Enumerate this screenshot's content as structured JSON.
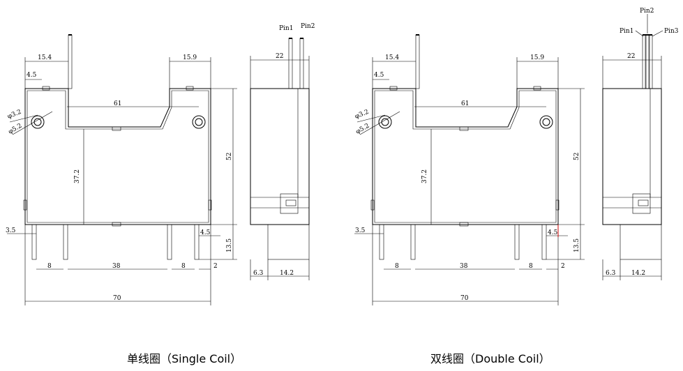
{
  "single": {
    "caption": "单线圈（Single Coil）",
    "dims": {
      "w_left": "15.4",
      "w_right": "15.9",
      "d_45": "4.5",
      "d_61": "61",
      "d_372": "37.2",
      "d_52": "52",
      "d_35": "3.5",
      "d_45b": "4.5",
      "d_135": "13.5",
      "d_8a": "8",
      "d_38": "38",
      "d_8b": "8",
      "d_2": "2",
      "d_70": "70",
      "d_22": "22",
      "d_63": "6.3",
      "d_142": "14.2",
      "phi1": "φ3.2",
      "phi2": "φ5.2"
    },
    "pins": {
      "p1": "Pin1",
      "p2": "Pin2"
    }
  },
  "double": {
    "caption": "双线圈（Double Coil）",
    "dims": {
      "w_left": "15.4",
      "w_right": "15.9",
      "d_45": "4.5",
      "d_61": "61",
      "d_372": "37.2",
      "d_52": "52",
      "d_35": "3.5",
      "d_45b": "4.5",
      "d_135": "13.5",
      "d_8a": "8",
      "d_38": "38",
      "d_8b": "8",
      "d_2": "2",
      "d_70": "70",
      "d_22": "22",
      "d_63": "6.3",
      "d_142": "14.2",
      "phi1": "φ3.2",
      "phi2": "φ5.2"
    },
    "pins": {
      "p1": "Pin1",
      "p2": "Pin2",
      "p3": "Pin3"
    }
  }
}
